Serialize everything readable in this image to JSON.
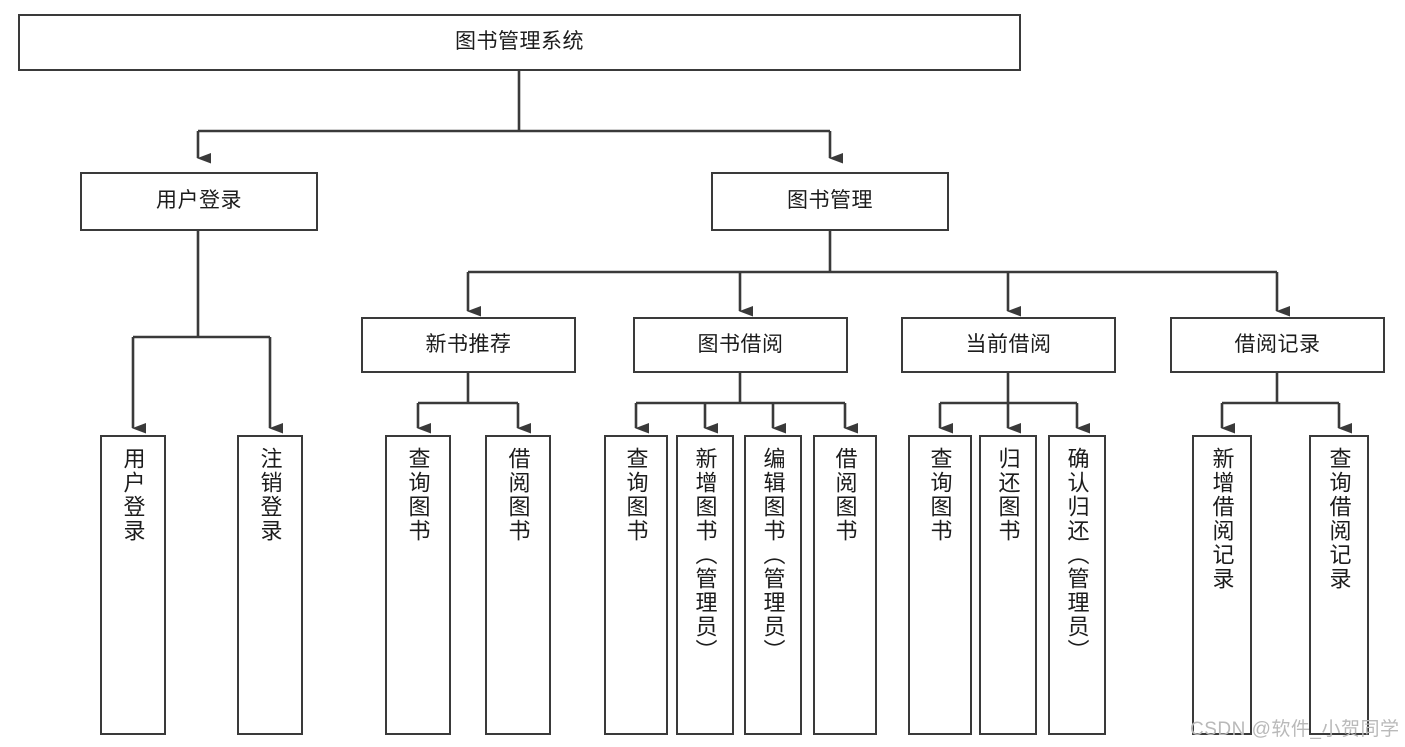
{
  "diagram": {
    "title": "图书管理系统",
    "type": "tree-hierarchy-chart",
    "background_color": "#ffffff",
    "node_border_color": "#3a3a3a",
    "node_fill_color": "#ffffff",
    "edge_color": "#3a3a3a",
    "text_color": "#1c1c1c"
  },
  "root": {
    "label": "图书管理系统"
  },
  "level2": [
    {
      "label": "用户登录"
    },
    {
      "label": "图书管理"
    }
  ],
  "level3": [
    {
      "label": "新书推荐"
    },
    {
      "label": "图书借阅"
    },
    {
      "label": "当前借阅"
    },
    {
      "label": "借阅记录"
    }
  ],
  "leaves": {
    "user_login": [
      {
        "label": "用户登录"
      },
      {
        "label": "注销登录"
      }
    ],
    "new_book_recommend": [
      {
        "label": "查询图书"
      },
      {
        "label": "借阅图书"
      }
    ],
    "book_borrow": [
      {
        "label": "查询图书"
      },
      {
        "label": "新增图书（管理员）"
      },
      {
        "label": "编辑图书（管理员）"
      },
      {
        "label": "借阅图书"
      }
    ],
    "current_borrow": [
      {
        "label": "查询图书"
      },
      {
        "label": "归还图书"
      },
      {
        "label": "确认归还（管理员）"
      }
    ],
    "borrow_record": [
      {
        "label": "新增借阅记录"
      },
      {
        "label": "查询借阅记录"
      }
    ]
  },
  "watermark": {
    "text": "CSDN @软件_小贺同学"
  }
}
